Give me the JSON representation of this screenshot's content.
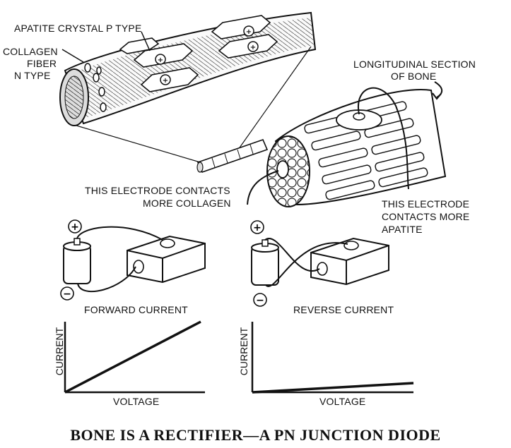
{
  "labels": {
    "apatite": "APATITE CRYSTAL P TYPE",
    "collagen": [
      "COLLAGEN",
      "FIBER",
      "N TYPE"
    ],
    "longitudinal": [
      "LONGITUDINAL SECTION",
      "OF BONE"
    ],
    "electrode_collagen": [
      "THIS ELECTRODE CONTACTS",
      "MORE COLLAGEN"
    ],
    "electrode_apatite": [
      "THIS ELECTRODE",
      "CONTACTS MORE",
      "APATITE"
    ],
    "plus": "+",
    "minus": "−"
  },
  "graphs": {
    "forward": {
      "title": "FORWARD CURRENT",
      "xlabel": "VOLTAGE",
      "ylabel": "CURRENT"
    },
    "reverse": {
      "title": "REVERSE CURRENT",
      "xlabel": "VOLTAGE",
      "ylabel": "CURRENT"
    }
  },
  "chart_data": [
    {
      "type": "line",
      "title": "FORWARD CURRENT",
      "xlabel": "VOLTAGE",
      "ylabel": "CURRENT",
      "series": [
        {
          "x": [
            0,
            1
          ],
          "y": [
            0,
            1
          ]
        }
      ]
    },
    {
      "type": "line",
      "title": "REVERSE CURRENT",
      "xlabel": "VOLTAGE",
      "ylabel": "CURRENT",
      "series": [
        {
          "x": [
            0,
            1
          ],
          "y": [
            0,
            0.13
          ]
        }
      ]
    }
  ],
  "caption": "BONE IS A RECTIFIER—A PN JUNCTION DIODE"
}
